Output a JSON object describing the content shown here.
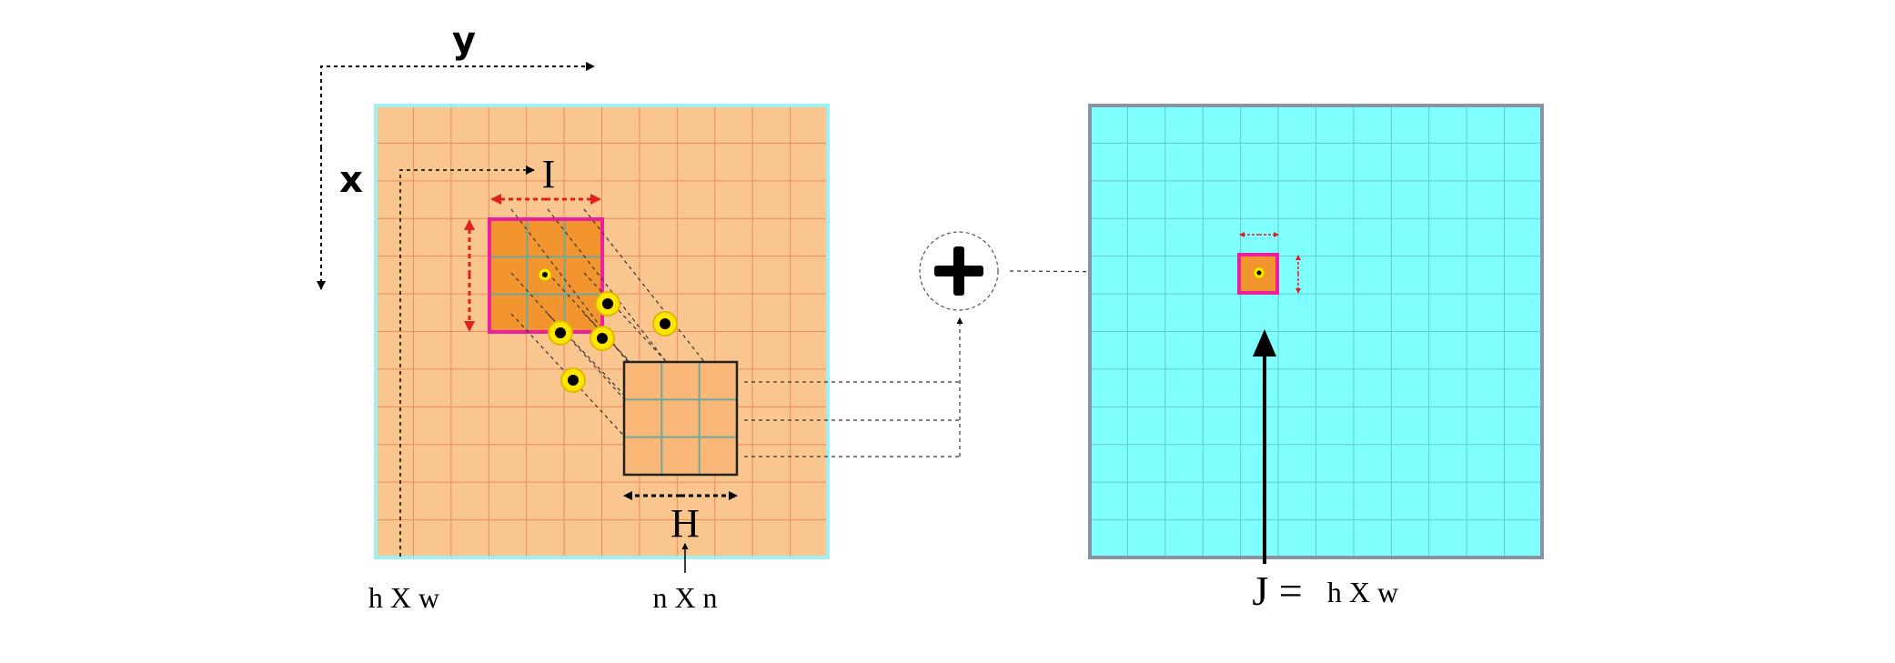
{
  "axes": {
    "x_label": "x",
    "y_label": "y"
  },
  "labels": {
    "I": "I",
    "H": "H",
    "input_size": "h X w",
    "kernel_size": "n X n",
    "output_J": "J =",
    "output_size": "h X w",
    "sum_symbol": "+"
  },
  "colors": {
    "input_fill": "#f9c690",
    "input_grid": "#ef8a5a",
    "input_border": "#9ff0f0",
    "window_fill": "#f2952e",
    "window_border": "#ee1f9e",
    "kernel_grid": "#6fa59a",
    "output_fill": "#80ffff",
    "output_grid": "#60c8d8",
    "output_border": "#8a93a3",
    "arrow_red": "#e02020",
    "dot_yellow": "#ffe600"
  },
  "grid": {
    "input_cells": 12,
    "window_cells": 3,
    "kernel_cells": 3,
    "output_cells": 12
  }
}
